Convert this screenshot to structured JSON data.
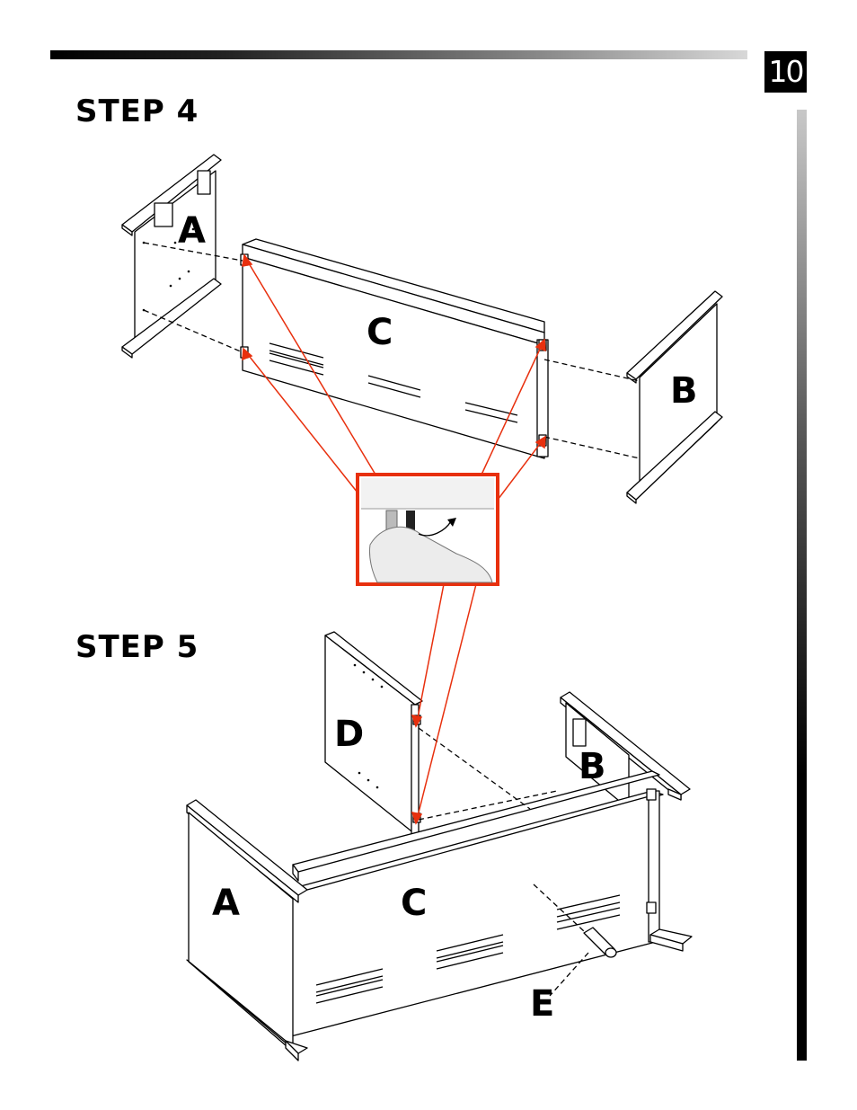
{
  "page": {
    "number": "10"
  },
  "steps": [
    {
      "title": "STEP 4"
    },
    {
      "title": "STEP 5"
    }
  ],
  "step4_labels": {
    "a": "A",
    "b": "B",
    "c": "C"
  },
  "step5_labels": {
    "a": "A",
    "b": "B",
    "c": "C",
    "d": "D",
    "e": "E"
  },
  "colors": {
    "callout": "#e8300e",
    "bar_dark": "#000000",
    "bar_light": "#d8d8d8"
  }
}
